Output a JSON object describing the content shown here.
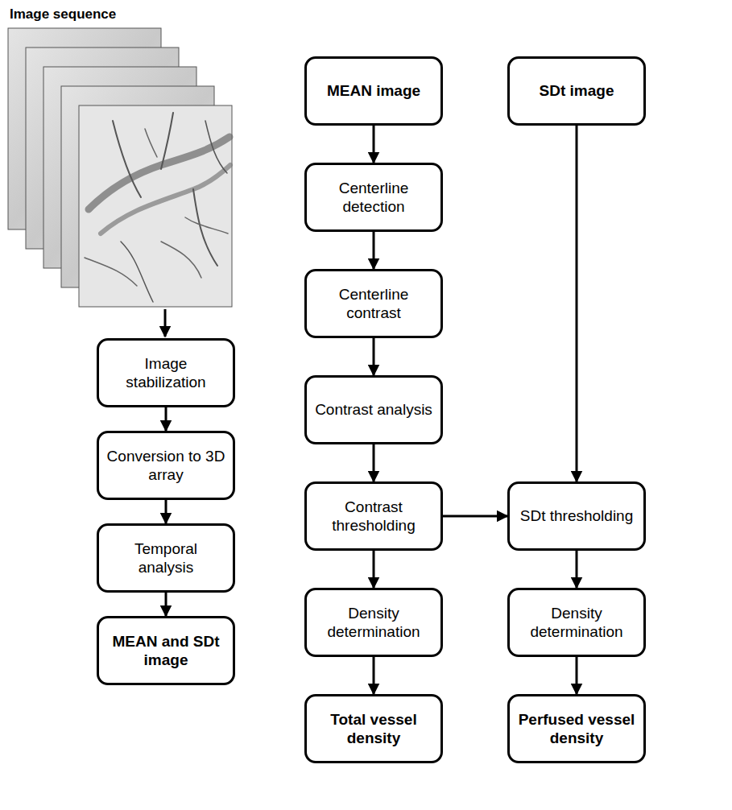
{
  "diagram": {
    "nodes": [
      {
        "text": [
          "Image stabilization"
        ]
      },
      {
        "text": [
          "Conversion to 3D array"
        ]
      },
      {
        "text": [
          "Temporal analysis"
        ]
      },
      {
        "text": [
          "MEAN and SDt image"
        ]
      },
      {
        "text": [
          "MEAN image"
        ]
      },
      {
        "text": [
          "Centerline detection"
        ]
      },
      {
        "text": [
          "Centerline contrast"
        ]
      },
      {
        "text": [
          "Contrast analysis"
        ]
      },
      {
        "text": [
          "Contrast thresholding"
        ]
      },
      {
        "text": [
          "Density determination"
        ]
      },
      {
        "text": [
          "Total vessel density"
        ]
      },
      {
        "text": [
          "SDt image"
        ]
      },
      {
        "text": [
          "SDt thresholding"
        ]
      },
      {
        "text": [
          "Density determination"
        ]
      },
      {
        "text": [
          "Perfused vessel density"
        ]
      }
    ],
    "edges": [
      {
        "from": 0,
        "to": 1,
        "arrow": "to"
      },
      {
        "from": 1,
        "to": 2,
        "arrow": "to"
      },
      {
        "from": 2,
        "to": 3,
        "arrow": "to"
      },
      {
        "from": 4,
        "to": 5,
        "arrow": "to"
      },
      {
        "from": 5,
        "to": 6,
        "arrow": "to"
      },
      {
        "from": 6,
        "to": 7,
        "arrow": "to"
      },
      {
        "from": 7,
        "to": 8,
        "arrow": "to"
      },
      {
        "from": 8,
        "to": 9,
        "arrow": "to"
      },
      {
        "from": 9,
        "to": 10,
        "arrow": "to"
      },
      {
        "from": 8,
        "to": 12,
        "arrow": "to"
      },
      {
        "from": 11,
        "to": 12,
        "arrow": "to"
      },
      {
        "from": 12,
        "to": 13,
        "arrow": "to"
      },
      {
        "from": 13,
        "to": 14,
        "arrow": "to"
      }
    ],
    "labels": [
      "Image sequence"
    ]
  }
}
